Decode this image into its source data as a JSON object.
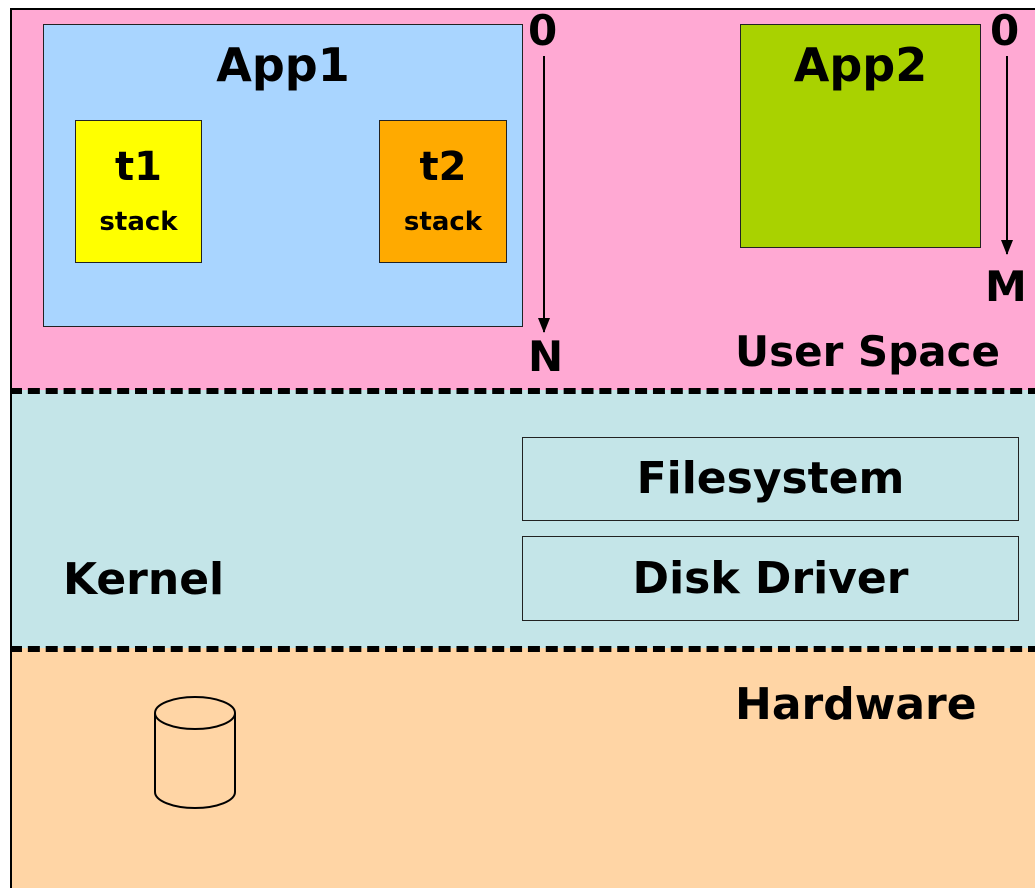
{
  "user_space": {
    "label": "User Space",
    "app1": {
      "title": "App1",
      "threads": [
        {
          "name": "t1",
          "sub": "stack",
          "color": "#ffff00"
        },
        {
          "name": "t2",
          "sub": "stack",
          "color": "#ffaa00"
        }
      ],
      "range_start": "0",
      "range_end": "N",
      "color": "#a9d5ff"
    },
    "app2": {
      "title": "App2",
      "range_start": "0",
      "range_end": "M",
      "color": "#a9d200"
    },
    "color": "#ffa9d3"
  },
  "kernel": {
    "label": "Kernel",
    "modules": [
      "Filesystem",
      "Disk Driver"
    ],
    "color": "#c4e5e8"
  },
  "hardware": {
    "label": "Hardware",
    "device_icon": "disk-cylinder-icon",
    "color": "#ffd5a5"
  }
}
